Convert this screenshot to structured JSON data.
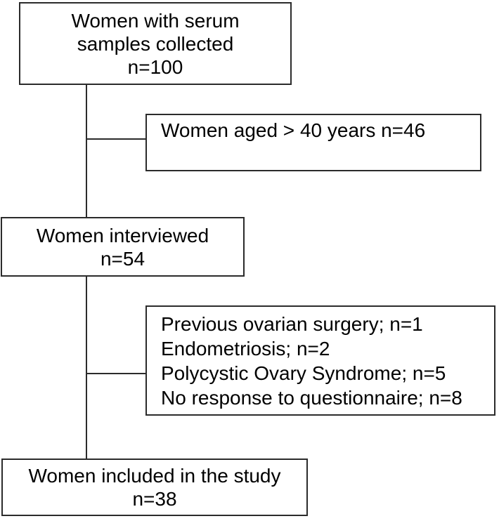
{
  "colors": {
    "background": "#ffffff",
    "line": "#2b2b2b",
    "text": "#000000"
  },
  "boxes": {
    "serum": {
      "lines": [
        "Women with serum",
        "samples collected",
        "n=100"
      ]
    },
    "aged": {
      "lines": [
        "Women aged > 40 years n=46"
      ]
    },
    "interviewed": {
      "lines": [
        "Women interviewed",
        "n=54"
      ]
    },
    "exclusions": {
      "lines": [
        "Previous ovarian surgery; n=1",
        "Endometriosis; n=2",
        "Polycystic Ovary Syndrome; n=5",
        "No response to questionnaire; n=8"
      ]
    },
    "included": {
      "lines": [
        "Women included in the study",
        "n=38"
      ]
    }
  }
}
